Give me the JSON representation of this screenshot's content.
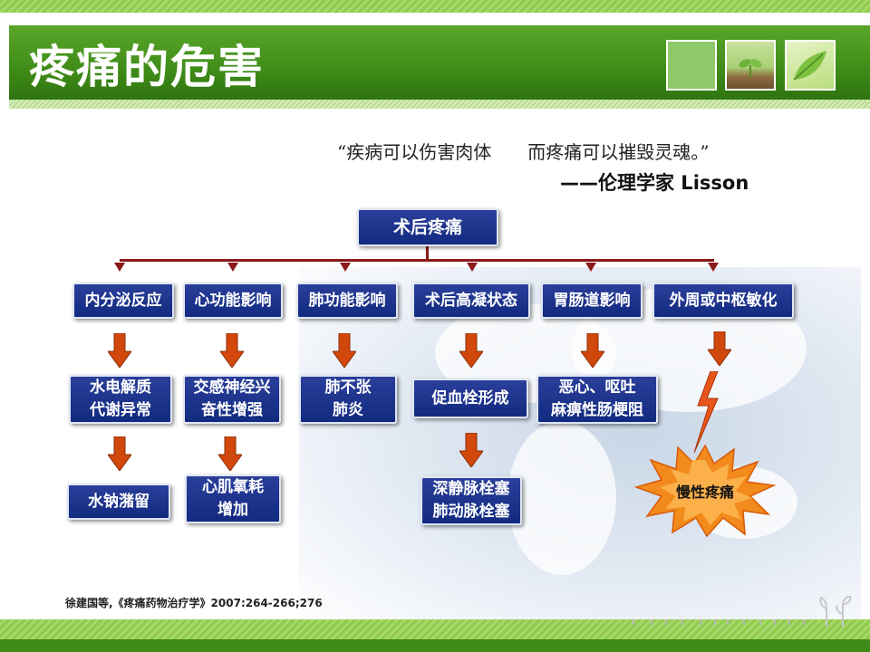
{
  "header": {
    "title": "疼痛的危害"
  },
  "quote": {
    "text": "“疾病可以伤害肉体　　而疼痛可以摧毁灵魂。”",
    "author": "——伦理学家 Lisson"
  },
  "diagram": {
    "root": "术后疼痛",
    "categories": [
      "内分泌反应",
      "心功能影响",
      "肺功能影响",
      "术后高凝状态",
      "胃肠道影响",
      "外周或中枢敏化"
    ],
    "effects_level1": {
      "endocrine": "水电解质\n代谢异常",
      "cardiac": "交感神经兴\n奋性增强",
      "pulmonary": "肺不张\n肺炎",
      "coag": "促血栓形成",
      "gi": "恶心、呕吐\n麻痹性肠梗阻"
    },
    "effects_level2": {
      "endocrine": "水钠潴留",
      "cardiac": "心肌氧耗\n增加",
      "coag": "深静脉栓塞\n肺动脉栓塞"
    },
    "chronic": "慢性疼痛"
  },
  "citation": "徐建国等,《疼痛药物治疗学》2007:264-266;276",
  "colors": {
    "title_green": "#3f8c18",
    "box_blue": "#1c3290",
    "connector_red": "#8b1a1a",
    "arrow_orange": "#d2480c",
    "burst_orange": "#f28a1c"
  }
}
